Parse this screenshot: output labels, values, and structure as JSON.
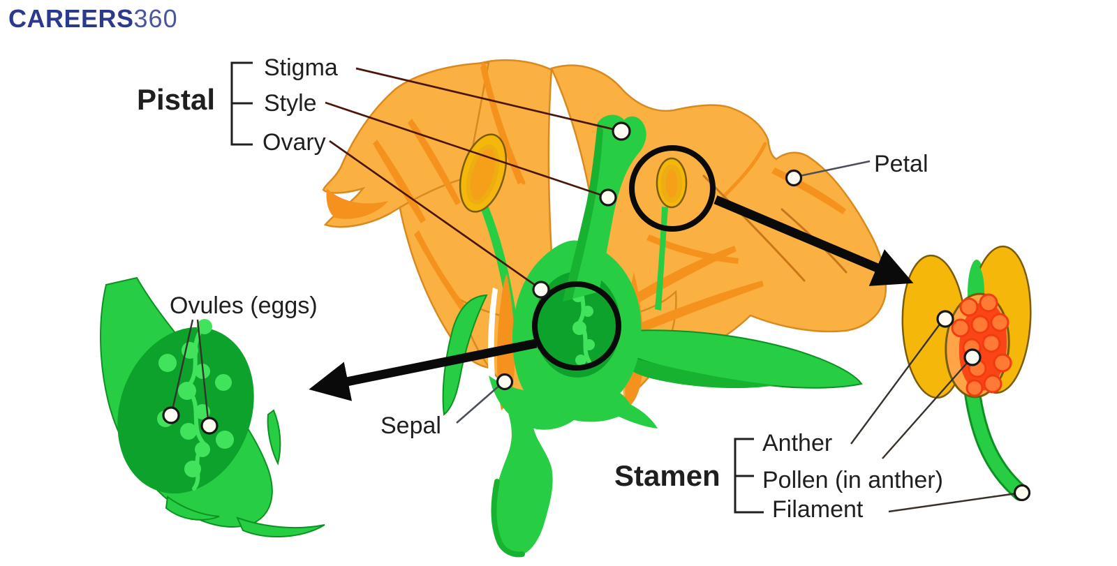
{
  "logo": {
    "brand": "CAREERS",
    "suffix": "360"
  },
  "diagram": {
    "pistal": {
      "title": "Pistal",
      "items": [
        "Stigma",
        "Style",
        "Ovary"
      ]
    },
    "stamen": {
      "title": "Stamen",
      "items": [
        "Anther",
        "Pollen (in anther)",
        "Filament"
      ]
    },
    "labels": {
      "petal": "Petal",
      "sepal": "Sepal",
      "ovules": "Ovules (eggs)"
    }
  },
  "colors": {
    "background": "#ffffff",
    "ink": "#1f1f1f",
    "logo-navy": "#2b3a8c",
    "logo-360": "#4a55a0",
    "petal": "#fbb042",
    "petal-deep": "#f5921e",
    "petal-edge": "#d98a1e",
    "petal-vein": "#c9761b",
    "green-bright": "#27ce44",
    "green-mid": "#17b230",
    "green-dark": "#0da22b",
    "green-line": "#0c9222",
    "green-light": "#41e35c",
    "anther-yellow": "#f5b80a",
    "anther-line": "#7a5c08",
    "anther-ring": "#edad13",
    "anther-core": "#f5a018",
    "pollen-bg": "#ffa447",
    "pollen-red": "#fa4517",
    "pollen-grain": "#ff7a35",
    "grain-line": "#f23b10",
    "leader-maroon": "#4a150b",
    "leader-gray": "#4a4f5a",
    "leader-dark": "#38302a",
    "annotation-black": "#0a0a0a",
    "dot-fill": "#fffdf2"
  }
}
